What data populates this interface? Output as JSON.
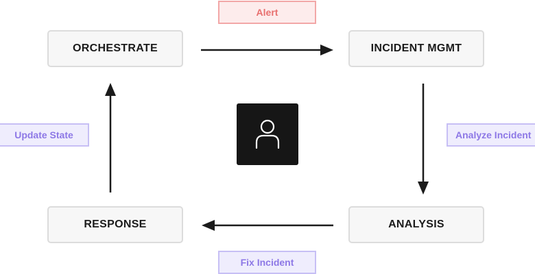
{
  "nodes": {
    "orchestrate": "ORCHESTRATE",
    "incident_mgmt": "INCIDENT MGMT",
    "analysis": "ANALYSIS",
    "response": "RESPONSE"
  },
  "edges": {
    "alert": "Alert",
    "analyze_incident": "Analyze Incident",
    "fix_incident": "Fix Incident",
    "update_state": "Update State"
  },
  "center": {
    "icon": "user-icon"
  },
  "colors": {
    "alert_accent": "#e8706f",
    "action_accent": "#8d78e6",
    "center_bg": "#161616",
    "arrow": "#1b1b1b"
  }
}
